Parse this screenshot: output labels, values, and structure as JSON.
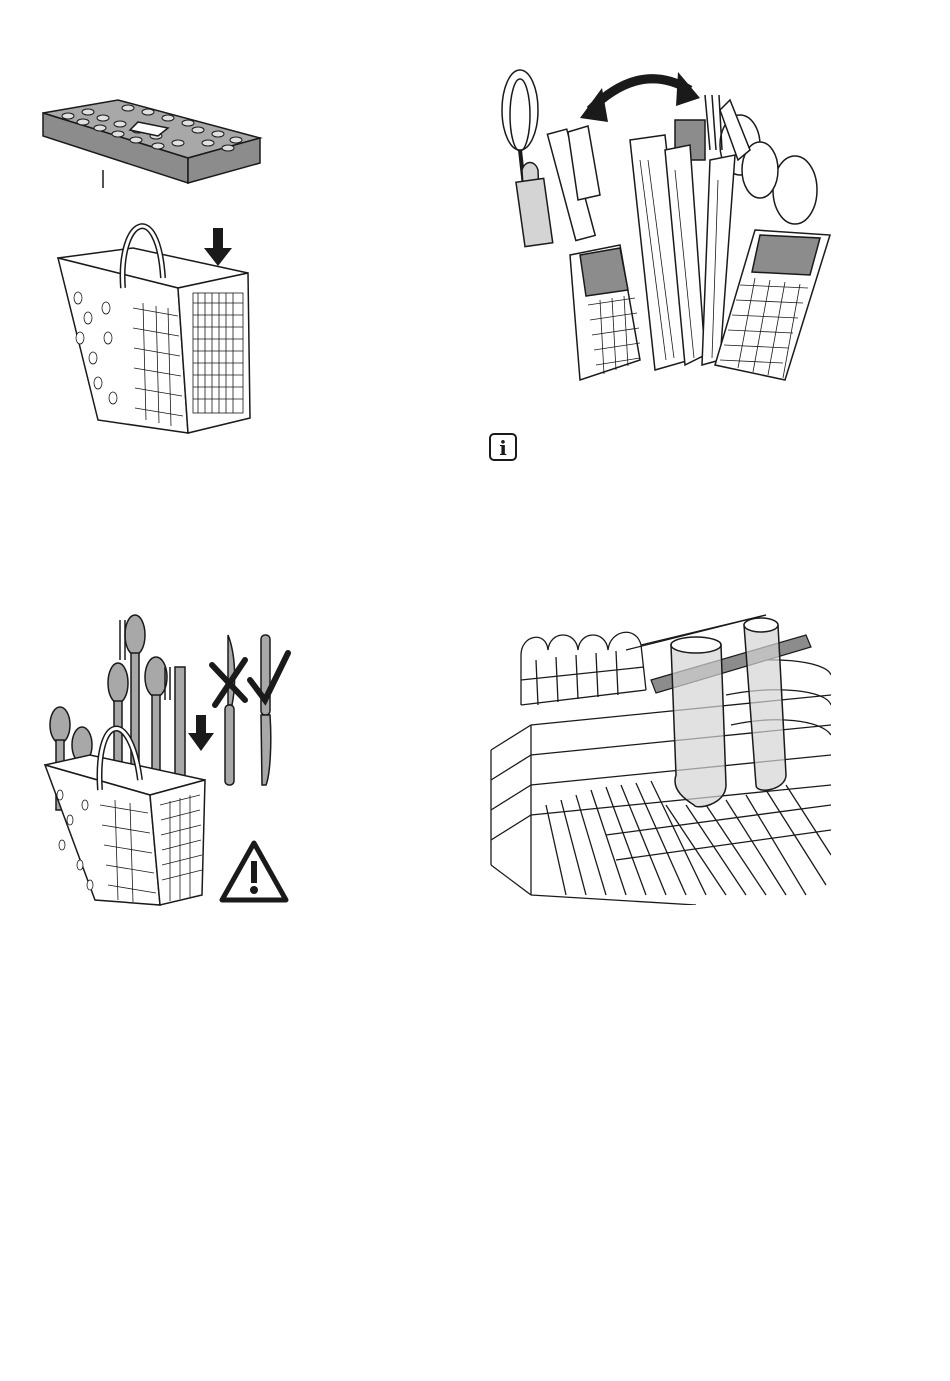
{
  "figures": [
    {
      "id": "fig-basket-grid",
      "icon": "cutlery-basket-with-grid-illustration"
    },
    {
      "id": "fig-basket-open",
      "icon": "cutlery-basket-opened-illustration"
    },
    {
      "id": "fig-basket-cutlery",
      "icon": "cutlery-loading-illustration"
    },
    {
      "id": "fig-rack",
      "icon": "upper-rack-glass-holder-illustration"
    }
  ],
  "info_icon": {
    "glyph": "i"
  },
  "colors": {
    "line": "#1a1a1a",
    "fill_dark": "#8c8c8c",
    "fill_light": "#d4d4d4",
    "fill_mid": "#a8a8a8"
  }
}
